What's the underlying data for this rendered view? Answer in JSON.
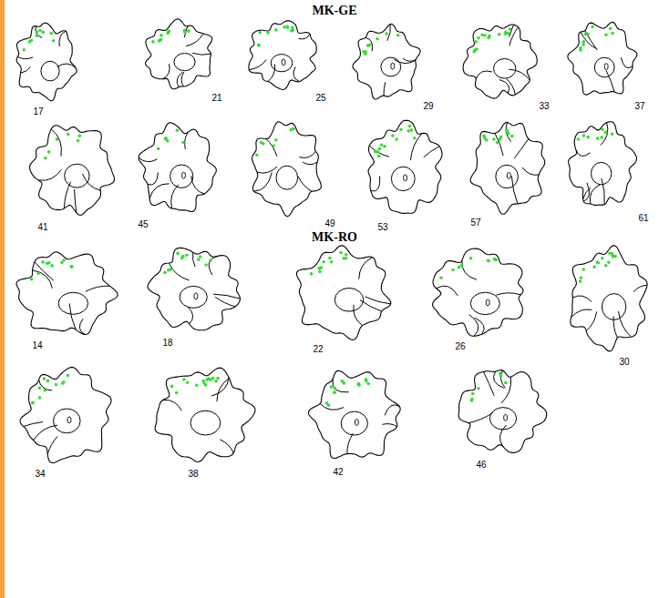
{
  "diagram": {
    "labels": [
      "MK-GE",
      "17",
      "21",
      "25",
      "29",
      "33",
      "37",
      "41",
      "45",
      "49",
      "53",
      "57",
      "61",
      "MK-RO",
      "14",
      "18",
      "22",
      "26",
      "30",
      "34",
      "38",
      "42",
      "46"
    ]
  }
}
